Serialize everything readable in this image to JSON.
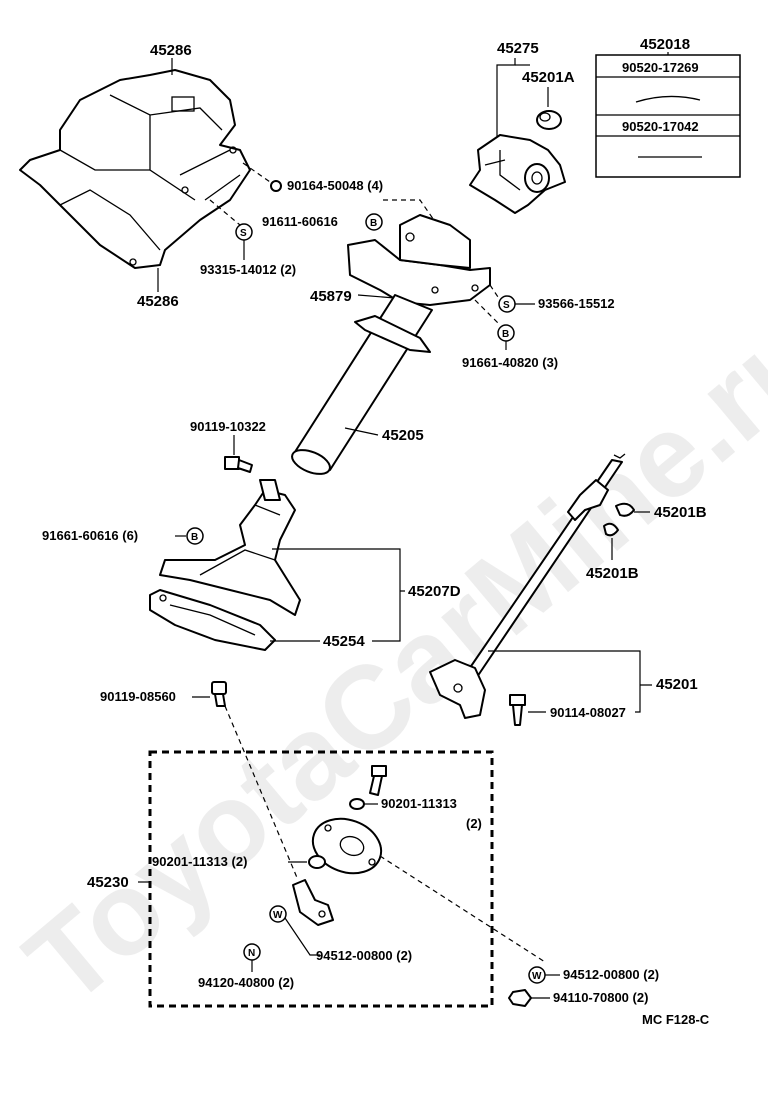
{
  "watermark": "ToyotaCarMine.ru",
  "diagram_code": "MC F128-C",
  "labels": {
    "p45286_top": "45286",
    "p45286_bottom": "45286",
    "p45275": "45275",
    "p45201A": "45201A",
    "p452018": "452018",
    "p90520_17269": "90520-17269",
    "p90520_17042": "90520-17042",
    "p90164_50048": "90164-50048 (4)",
    "p91611_60616": "91611-60616",
    "p93315_14012": "93315-14012 (2)",
    "p45879": "45879",
    "p93566_15512": "93566-15512",
    "p91661_40820": "91661-40820 (3)",
    "p90119_10322": "90119-10322",
    "p45205": "45205",
    "p91661_60616": "91661-60616 (6)",
    "p45207D": "45207D",
    "p45254": "45254",
    "p45201B_a": "45201B",
    "p45201B_b": "45201B",
    "p45201": "45201",
    "p90114_08027": "90114-08027",
    "p90119_08560": "90119-08560",
    "p90201_11313_a": "90201-11313",
    "p90201_11313_a_qty": "(2)",
    "p90201_11313_b": "90201-11313 (2)",
    "p45230": "45230",
    "p94512_00800_a": "94512-00800 (2)",
    "p94120_40800": "94120-40800 (2)",
    "p94512_00800_b": "94512-00800 (2)",
    "p94110_70800": "94110-70800 (2)"
  },
  "symbols": {
    "s": "S",
    "b": "B",
    "w": "W",
    "n": "N"
  }
}
